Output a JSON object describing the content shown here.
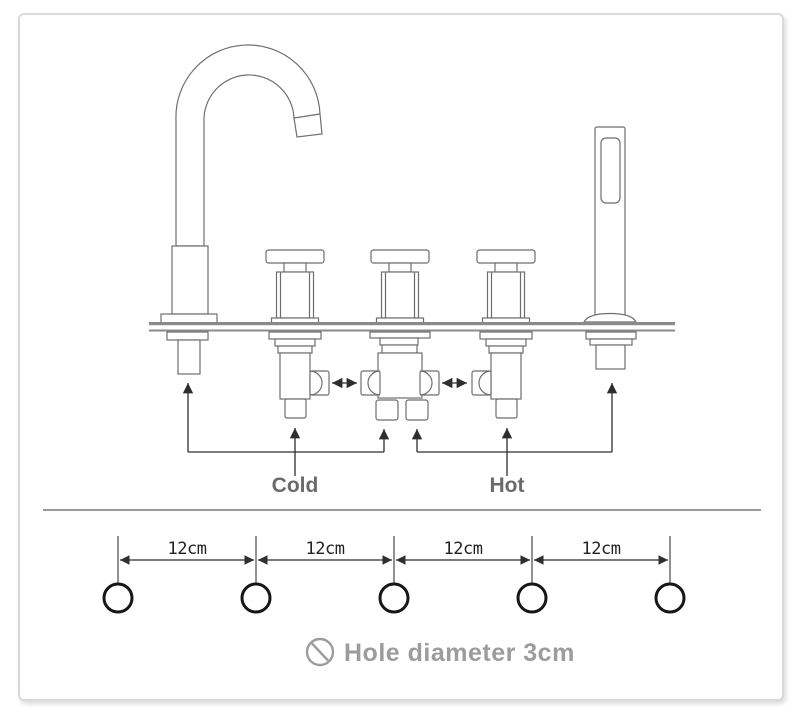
{
  "faucet_diagram": {
    "cold_label": "Cold",
    "hot_label": "Hot"
  },
  "hole_layout": {
    "spacing_labels": [
      "12cm",
      "12cm",
      "12cm",
      "12cm"
    ],
    "note": "Hole diameter 3cm",
    "hole_count": 5,
    "hole_spacing_cm": 12,
    "hole_diameter_cm": 3
  },
  "colors": {
    "drawing_line": "#6e6e6e",
    "deck_line": "#8a8a8a",
    "arrow": "#2e2e2e",
    "hole_circle": "#161616",
    "label_text": "#6a6a6a",
    "note_text": "#9c9c9c",
    "card_border": "#d9d9d9",
    "divider": "#9a9a9a"
  }
}
